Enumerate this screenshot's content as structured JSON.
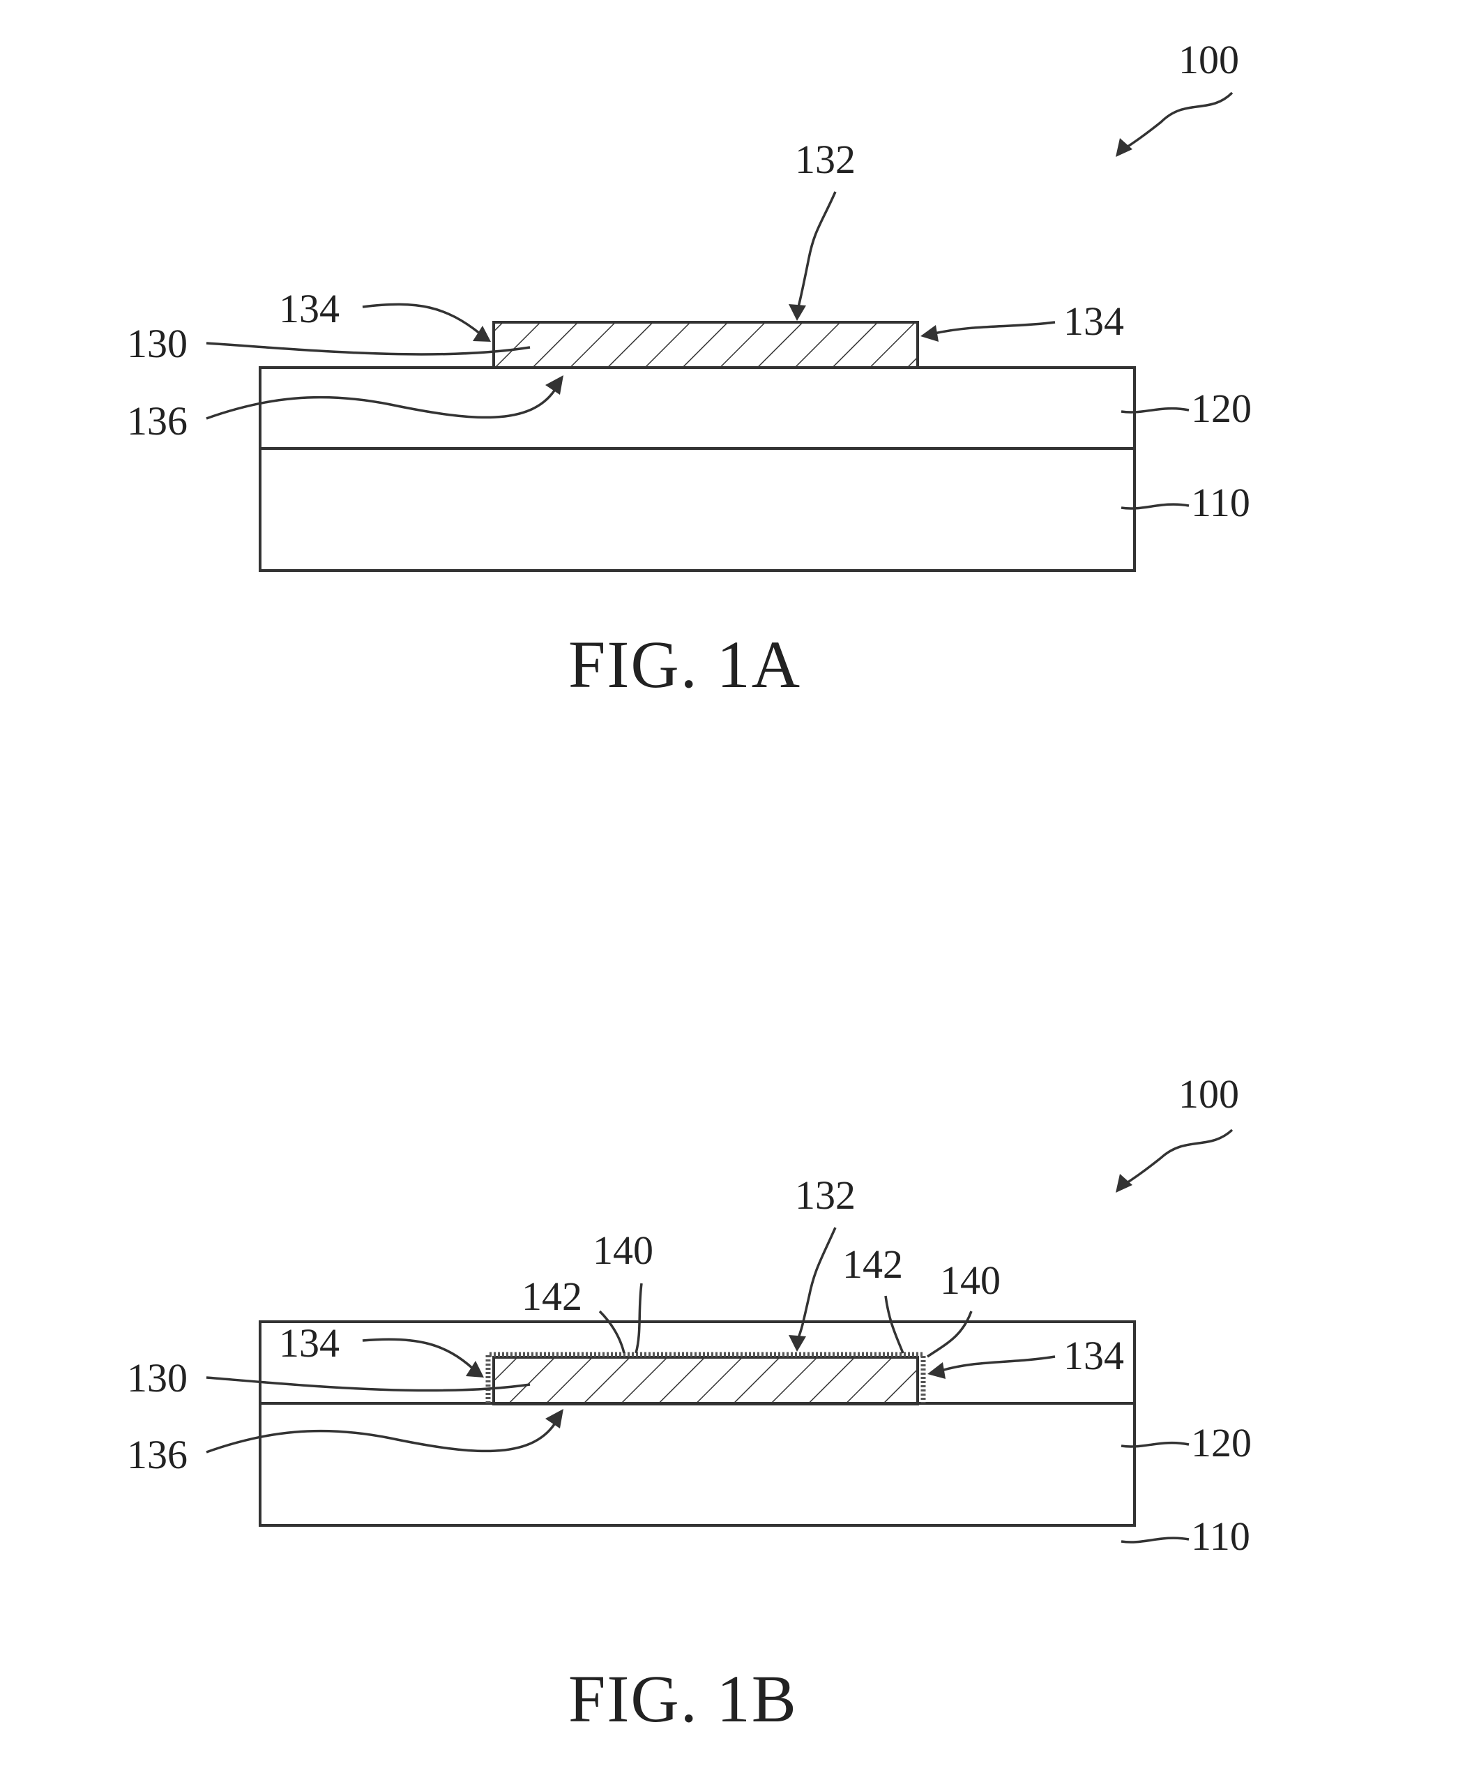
{
  "figures": [
    {
      "caption": "FIG. 1A",
      "labels": {
        "assembly": "100",
        "top_surface": "132",
        "sidewall_left": "134",
        "sidewall_right": "134",
        "pattern": "130",
        "bottom_surface": "136",
        "layer_upper": "120",
        "layer_lower": "110"
      }
    },
    {
      "caption": "FIG. 1B",
      "labels": {
        "assembly": "100",
        "top_surface": "132",
        "coating_top": "140",
        "coating_top_left": "142",
        "coating_top_right": "142",
        "coating_right": "140",
        "sidewall_left": "134",
        "sidewall_right": "134",
        "pattern": "130",
        "bottom_surface": "136",
        "layer_upper": "120",
        "layer_lower": "110"
      }
    }
  ]
}
